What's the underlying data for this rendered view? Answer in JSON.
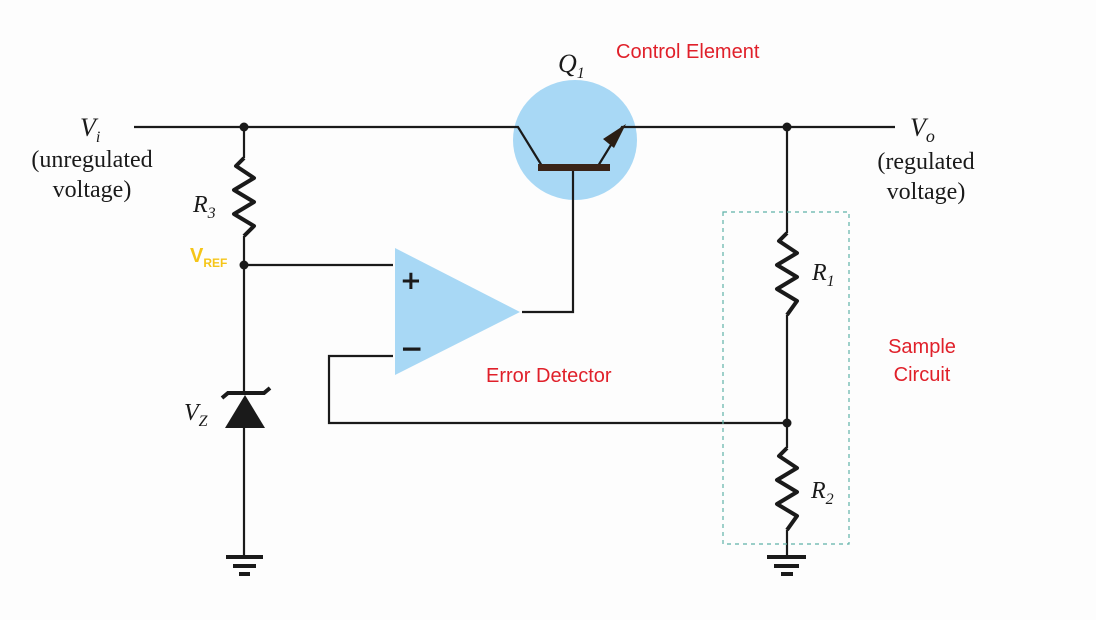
{
  "labels": {
    "vi": "V",
    "vi_sub": "i",
    "vi_desc_line1": "(unregulated",
    "vi_desc_line2": "voltage)",
    "vo": "V",
    "vo_sub": "o",
    "vo_desc_line1": "(regulated",
    "vo_desc_line2": "voltage)",
    "q1": "Q",
    "q1_sub": "1",
    "r1": "R",
    "r1_sub": "1",
    "r2": "R",
    "r2_sub": "2",
    "r3": "R",
    "r3_sub": "3",
    "vz": "V",
    "vz_sub": "Z",
    "vref": "V",
    "vref_sub": "REF",
    "opamp_plus": "+",
    "opamp_minus": "−"
  },
  "annotations": {
    "control_element": "Control Element",
    "error_detector": "Error Detector",
    "sample_line1": "Sample",
    "sample_line2": "Circuit"
  },
  "colors": {
    "wire": "#1a1a1a",
    "component_fill": "#a8d8f5",
    "annotation": "#e0202a",
    "vref": "#f5c518",
    "sample_box": "#5fb3a8"
  }
}
